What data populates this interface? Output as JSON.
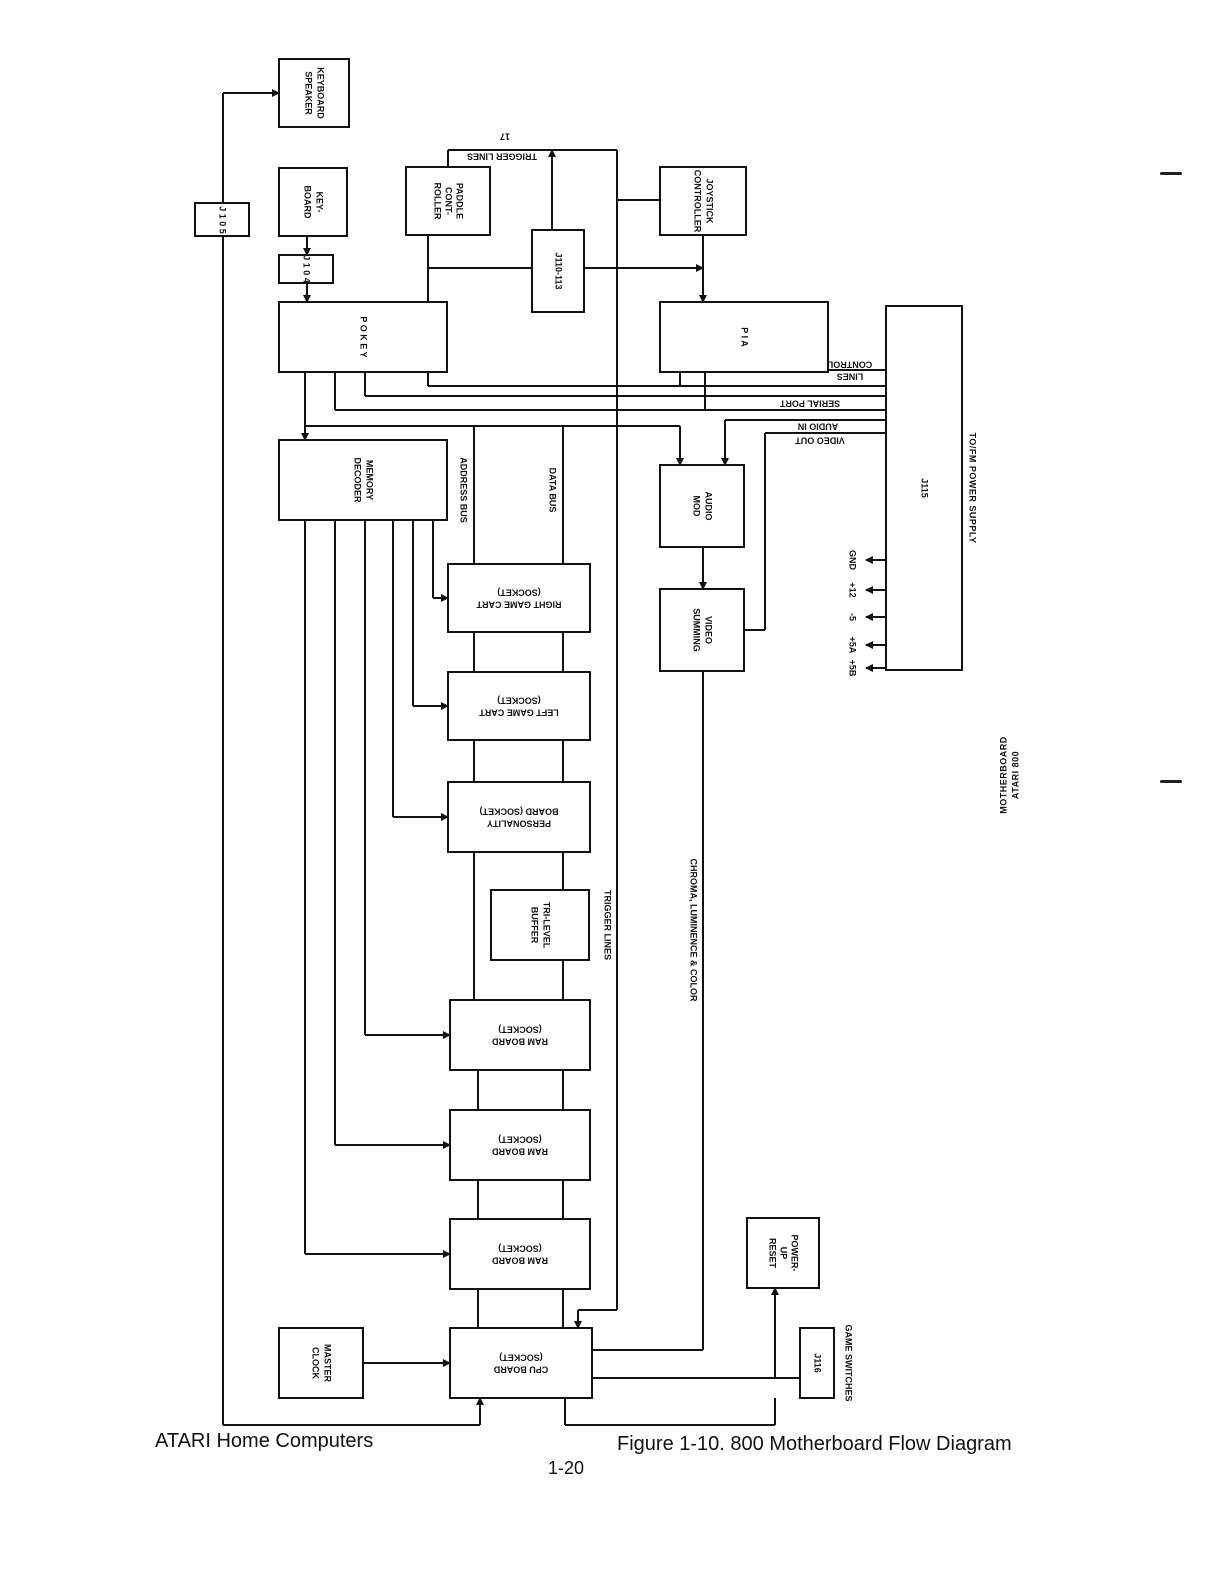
{
  "footer": {
    "left": "ATARI Home Computers",
    "caption": "Figure 1-10.  800 Motherboard Flow Diagram",
    "page": "1-20"
  },
  "side_title": {
    "line1": "MOTHERBOARD",
    "line2": "ATARI 800"
  },
  "blocks": {
    "keyboard_speaker": [
      "KEYBOARD",
      "SPEAKER"
    ],
    "keyboard": [
      "KEY-",
      "BOARD"
    ],
    "paddle_controller": [
      "PADDLE",
      "CONT-",
      "ROLLER"
    ],
    "joystick_controller": [
      "JOYSTICK",
      "CONTROLLER"
    ],
    "j105": "J 1 0 5",
    "j104": "J 1 0 4",
    "j110_113": "J110-113",
    "pokey": "P O K E Y",
    "pia": "P I A",
    "memory_decoder": [
      "MEMORY",
      "DECODER"
    ],
    "audio_mod": [
      "AUDIO",
      "MOD"
    ],
    "video_summing": [
      "VIDEO",
      "SUMMING"
    ],
    "j115": "J115",
    "power_supply": "TO/FM POWER SUPPLY",
    "right_game_cart": [
      "RIGHT GAME CART",
      "(SOCKET)"
    ],
    "left_game_cart": [
      "LEFT GAME CART",
      "(SOCKET)"
    ],
    "personality_board": [
      "PERSONALITY",
      "BOARD (SOCKET)"
    ],
    "tri_level_buffer": [
      "TRI-LEVEL",
      "BUFFER"
    ],
    "ram_board_1": [
      "RAM BOARD",
      "(SOCKET)"
    ],
    "ram_board_2": [
      "RAM BOARD",
      "(SOCKET)"
    ],
    "ram_board_3": [
      "RAM BOARD",
      "(SOCKET)"
    ],
    "cpu_board": [
      "CPU BOARD",
      "(SOCKET)"
    ],
    "master_clock": [
      "MASTER",
      "CLOCK"
    ],
    "power_up_reset": [
      "POWER-",
      "UP",
      "RESET"
    ],
    "j116": "J116"
  },
  "signals": {
    "trigger_lines_top": "TRIGGER LINES",
    "trigger_num": "17",
    "control_lines": [
      "CONTROL",
      "LINES"
    ],
    "serial_port": "SERIAL PORT",
    "audio_in": "AUDIO   IN",
    "video_out": "VIDEO   OUT",
    "address_bus": "ADDRESS BUS",
    "data_bus": "DATA BUS",
    "trigger_lines_side": "TRIGGER LINES",
    "chroma": "CHROMA, LUMINENCE & COLOR",
    "game_switches": "GAME SWITCHES",
    "supply_pins": [
      "+5B",
      "+5A",
      "-5",
      "+12",
      "GND"
    ]
  }
}
